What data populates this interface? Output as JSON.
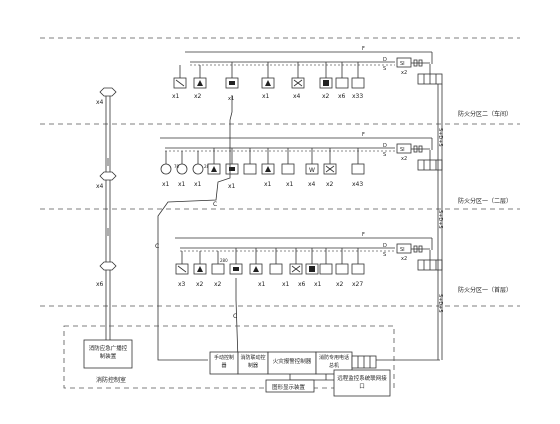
{
  "floors": [
    {
      "zone_label": "防火分区二（车间）",
      "bus_labels": {
        "f": "F",
        "d": "D",
        "s": "S",
        "si": "SI",
        "x2": "x2",
        "sidetag": "S+D+S"
      },
      "quantities": [
        "x1",
        "x2",
        "x1",
        "x1",
        "x4",
        "x2",
        "x6",
        "x33"
      ]
    },
    {
      "zone_label": "防火分区一（二层）",
      "bus_labels": {
        "f": "F",
        "d": "D",
        "s": "S",
        "si": "SI",
        "x2": "x2",
        "sidetag": "S+D+S"
      },
      "quantities": [
        "x1",
        "x1",
        "x1",
        "x1",
        "x1",
        "x1",
        "x4",
        "x2",
        "x43"
      ],
      "small_tags": [
        "70",
        "280"
      ]
    },
    {
      "zone_label": "防火分区一（首层）",
      "bus_labels": {
        "f": "F",
        "d": "D",
        "s": "S",
        "si": "SI",
        "x2": "x2",
        "sidetag": "S+D+S"
      },
      "quantities": [
        "x3",
        "x2",
        "x2",
        "x1",
        "x1",
        "x6",
        "x1",
        "x2",
        "x27"
      ],
      "small_tags": [
        "280"
      ]
    }
  ],
  "speaker_counts": [
    "x4",
    "x4",
    "x6"
  ],
  "control_room": {
    "title": "消防控制室",
    "broadcast_box": "消防应急广播控制装置",
    "manual_box": "手动控制器",
    "linkage_box": "消防联动控制器",
    "fire_alarm_box": "火灾报警控制器",
    "phone_box": "消防专用电话总机",
    "display_box": "图形显示装置",
    "remote_box": "远程监控系统联网接口"
  },
  "bus_tags": {
    "c": "C",
    "sdh": "S+D+S"
  }
}
